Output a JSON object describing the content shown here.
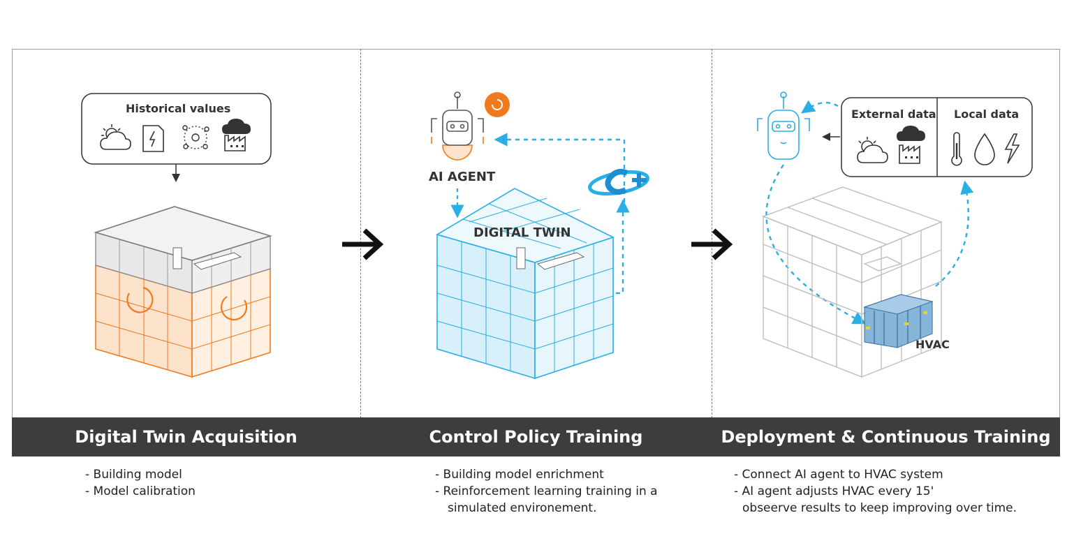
{
  "sections": [
    {
      "title": "Digital Twin Acquisition",
      "bullets": [
        "- Building model",
        "- Model calibration"
      ],
      "panel_label": "Historical values"
    },
    {
      "title": "Control Policy Training",
      "bullets": [
        "- Building model enrichment",
        "- Reinforcement learning training in a",
        "simulated environement."
      ],
      "agent_label": "AI AGENT",
      "twin_label": "DIGITAL TWIN"
    },
    {
      "title": "Deployment & Continuous Training",
      "bullets": [
        "- Connect AI agent to HVAC system",
        "- AI agent adjusts HVAC every 15'",
        "obseerve results to keep improving over time."
      ],
      "external_label": "External data",
      "local_label": "Local data",
      "hvac_label": "HVAC"
    }
  ],
  "colors": {
    "band": "#3d3d3d",
    "orange": "#f07a1e",
    "blue": "#29aee6",
    "gray": "#8a8a8a"
  },
  "icons": [
    "sun-cloud-icon",
    "energy-doc-icon",
    "sensor-cycle-icon",
    "factory-cloud-icon",
    "robot-icon",
    "refresh-icon",
    "energyplus-logo-icon",
    "thermometer-icon",
    "droplet-icon",
    "lightning-icon",
    "arrow-right-icon"
  ]
}
